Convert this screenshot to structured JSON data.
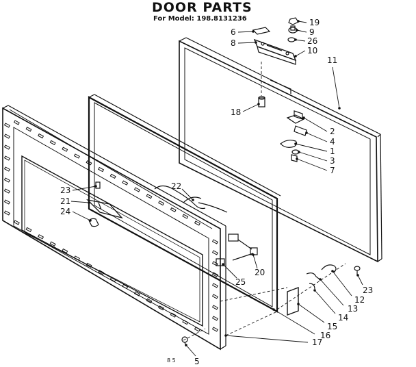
{
  "header": {
    "title": "DOOR PARTS",
    "subtitle": "For Model: 198.8131236"
  },
  "footer": {
    "code": "8 5"
  },
  "callouts": [
    {
      "id": "19",
      "label": "19"
    },
    {
      "id": "9",
      "label": "9"
    },
    {
      "id": "6",
      "label": "6"
    },
    {
      "id": "8",
      "label": "8"
    },
    {
      "id": "26",
      "label": "26"
    },
    {
      "id": "10",
      "label": "10"
    },
    {
      "id": "11",
      "label": "11"
    },
    {
      "id": "18",
      "label": "18"
    },
    {
      "id": "2",
      "label": "2"
    },
    {
      "id": "4",
      "label": "4"
    },
    {
      "id": "1",
      "label": "1"
    },
    {
      "id": "3",
      "label": "3"
    },
    {
      "id": "7",
      "label": "7"
    },
    {
      "id": "22",
      "label": "22"
    },
    {
      "id": "23a",
      "label": "23"
    },
    {
      "id": "21",
      "label": "21"
    },
    {
      "id": "24",
      "label": "24"
    },
    {
      "id": "20",
      "label": "20"
    },
    {
      "id": "25",
      "label": "25"
    },
    {
      "id": "23b",
      "label": "23"
    },
    {
      "id": "12",
      "label": "12"
    },
    {
      "id": "13",
      "label": "13"
    },
    {
      "id": "14",
      "label": "14"
    },
    {
      "id": "15",
      "label": "15"
    },
    {
      "id": "16",
      "label": "16"
    },
    {
      "id": "17",
      "label": "17"
    },
    {
      "id": "5",
      "label": "5"
    }
  ]
}
